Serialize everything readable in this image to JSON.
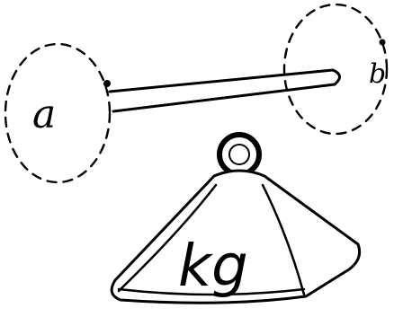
{
  "diagram": {
    "labels": {
      "point_a": "a",
      "point_b": "b",
      "weight": "kg"
    }
  },
  "colors": {
    "ink": "#000000",
    "background": "#ffffff"
  }
}
